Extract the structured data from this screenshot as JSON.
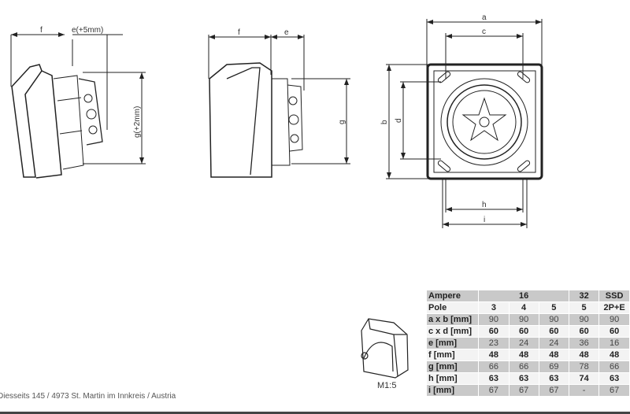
{
  "dimension_labels": {
    "side1_f": "f",
    "side1_e": "e(+5mm)",
    "side1_g": "g(+2mm)",
    "side2_f": "f",
    "side2_e": "e",
    "side2_g": "g",
    "front_a": "a",
    "front_c": "c",
    "front_b": "b",
    "front_d": "d",
    "front_h": "h",
    "front_i": "i"
  },
  "scale_label": "M1:5",
  "address": "Diesseits 145 / 4973 St. Martin im Innkreis / Austria",
  "table": {
    "rows": [
      {
        "label": "Ampere",
        "cells": [
          "16",
          "32",
          "SSD"
        ]
      },
      {
        "label": "Pole",
        "cells": [
          "3",
          "4",
          "5",
          "5",
          "2P+E"
        ]
      },
      {
        "label": "a x b [mm]",
        "cells": [
          "90",
          "90",
          "90",
          "90",
          "90"
        ]
      },
      {
        "label": "c x d [mm]",
        "cells": [
          "60",
          "60",
          "60",
          "60",
          "60"
        ]
      },
      {
        "label": "e [mm]",
        "cells": [
          "23",
          "24",
          "24",
          "36",
          "16"
        ]
      },
      {
        "label": "f [mm]",
        "cells": [
          "48",
          "48",
          "48",
          "48",
          "48"
        ]
      },
      {
        "label": "g [mm]",
        "cells": [
          "66",
          "66",
          "69",
          "78",
          "66"
        ]
      },
      {
        "label": "h [mm]",
        "cells": [
          "63",
          "63",
          "63",
          "74",
          "63"
        ]
      },
      {
        "label": "i [mm]",
        "cells": [
          "67",
          "67",
          "67",
          "-",
          "67"
        ]
      }
    ]
  },
  "colors": {
    "row_shaded": "#c9c9c9",
    "row_light": "#f3f3f3",
    "line": "#333333"
  }
}
